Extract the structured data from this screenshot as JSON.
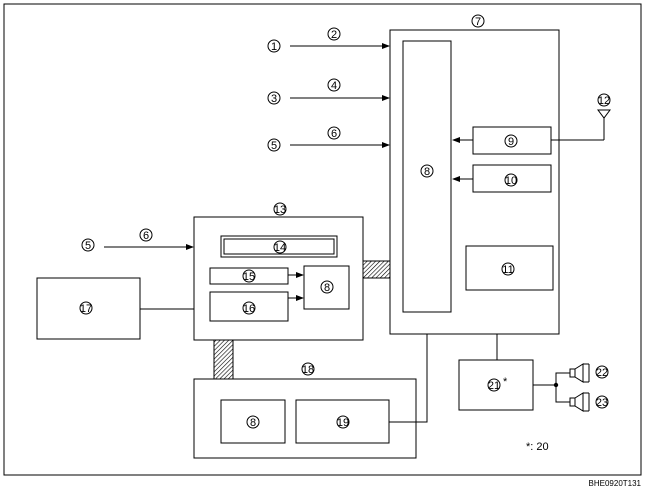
{
  "labels": {
    "n1": "1",
    "n2": "2",
    "n3": "3",
    "n4": "4",
    "n5": "5",
    "n6": "6",
    "n7": "7",
    "n8": "8",
    "n9": "9",
    "n10": "10",
    "n11": "11",
    "n12": "12",
    "n13": "13",
    "n14": "14",
    "n15": "15",
    "n16": "16",
    "n17": "17",
    "n18": "18",
    "n19": "19",
    "n20": "20",
    "n21": "21",
    "n22": "22",
    "n23": "23"
  },
  "footnote_mark": "*",
  "footnote_text": "*: 20",
  "figure_code": "BHE0920T131"
}
